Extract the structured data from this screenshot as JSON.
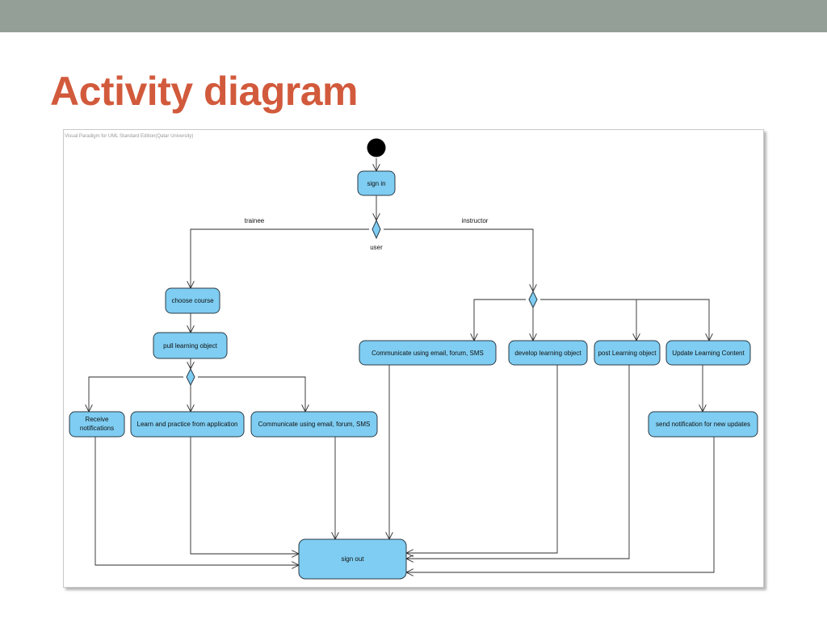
{
  "slide": {
    "title": "Activity diagram"
  },
  "diagram": {
    "watermark": "Visual Paradigm for UML Standard Edition(Qatar University)",
    "nodes": {
      "sign_in": "sign in",
      "choose_course": "choose course",
      "pull_learning_object": "pull learning object",
      "receive_notifications_1": "Receive",
      "receive_notifications_2": "notifications",
      "learn_practice": "Learn and practice from application",
      "trainee_communicate": "Communicate using email, forum, SMS",
      "instructor_communicate": "Communicate using email, forum, SMS",
      "develop_learning_object": "develop learning object",
      "post_learning_object": "post Learning object",
      "update_learning_content": "Update Learning Content",
      "send_notification": "send notification for  new updates",
      "sign_out": "sign out"
    },
    "labels": {
      "decision": "user",
      "trainee": "trainee",
      "instructor": "instructor"
    }
  }
}
